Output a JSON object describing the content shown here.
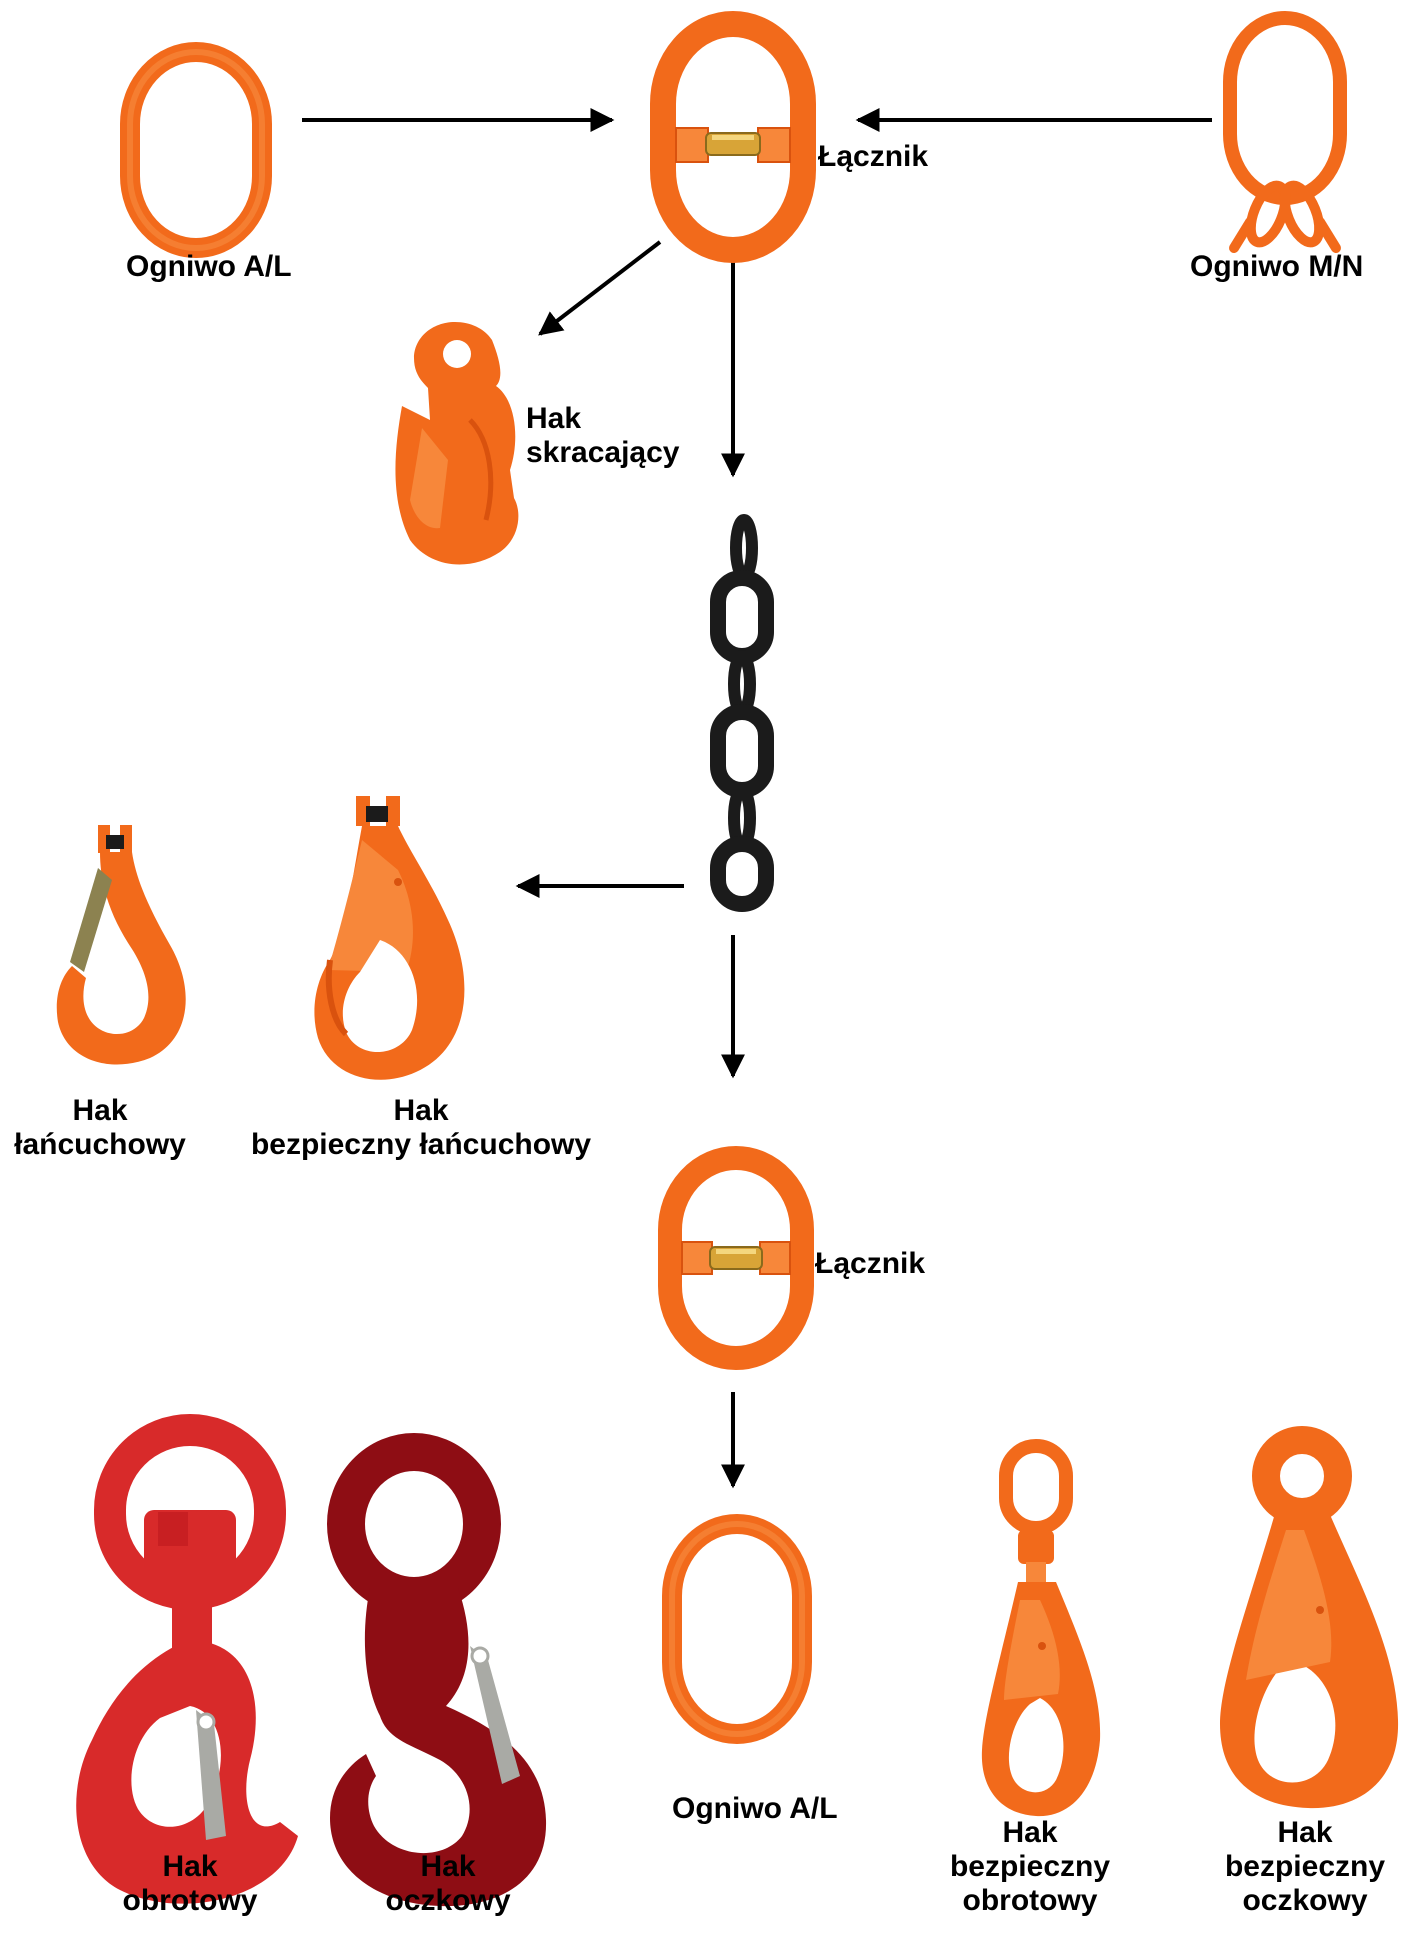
{
  "colors": {
    "orange": "#f26a1b",
    "orange_light": "#f7873a",
    "orange_dark": "#d9520e",
    "red": "#d82a2a",
    "red_dark": "#c81f22",
    "maroon": "#8e0d14",
    "chain_black": "#1b1b1b",
    "latch_olive": "#8c8250",
    "latch_gray": "#a9aaa5",
    "pin_gold": "#d8a437",
    "arrow": "#000000",
    "background": "#ffffff"
  },
  "labels": {
    "ogniwo_al_top": "Ogniwo A/L",
    "lacznik_top": "Łącznik",
    "ogniwo_mn": "Ogniwo M/N",
    "hak_skracajacy": [
      "Hak",
      "skracający"
    ],
    "hak_lancuchowy": [
      "Hak",
      "łańcuchowy"
    ],
    "hak_bezpieczny_lancuchowy": [
      "Hak",
      "bezpieczny łańcuchowy"
    ],
    "lacznik_bottom": "Łącznik",
    "hak_obrotowy": [
      "Hak",
      "obrotowy"
    ],
    "hak_oczkowy": [
      "Hak",
      "oczkowy"
    ],
    "ogniwo_al_bottom": "Ogniwo A/L",
    "hak_bezpieczny_obrotowy": [
      "Hak",
      "bezpieczny",
      "obrotowy"
    ],
    "hak_bezpieczny_oczkowy": [
      "Hak",
      "bezpieczny",
      "oczkowy"
    ]
  },
  "icons": [
    "master-link-icon",
    "connector-link-icon",
    "master-link-assembly-icon",
    "shortening-grab-hook-icon",
    "chain-icon",
    "clevis-sling-hook-icon",
    "clevis-safety-hook-icon",
    "swivel-hook-icon",
    "eye-hook-icon",
    "swivel-safety-hook-icon",
    "eye-safety-hook-icon"
  ]
}
